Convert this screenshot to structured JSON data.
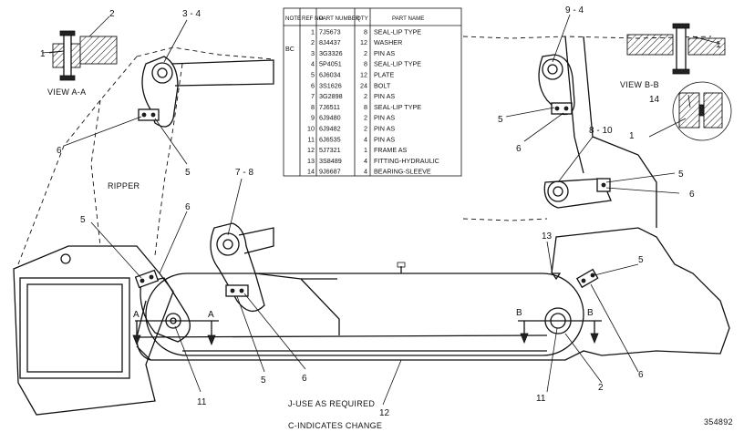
{
  "parts_table": {
    "headers": {
      "note": "NOTE",
      "ref_no": "REF NO",
      "part_number": "PART NUMBER",
      "qty": "QTY",
      "part_name": "PART NAME"
    },
    "note_value": "BC",
    "rows": [
      {
        "ref": "1",
        "part": "7J5673",
        "qty": "8",
        "name": "SEAL-LIP TYPE"
      },
      {
        "ref": "2",
        "part": "8J4437",
        "qty": "12",
        "name": "WASHER"
      },
      {
        "ref": "3",
        "part": "3G3326",
        "qty": "2",
        "name": "PIN AS"
      },
      {
        "ref": "4",
        "part": "5P4051",
        "qty": "8",
        "name": "SEAL-LIP TYPE"
      },
      {
        "ref": "5",
        "part": "6J6034",
        "qty": "12",
        "name": "PLATE"
      },
      {
        "ref": "6",
        "part": "3S1626",
        "qty": "24",
        "name": "BOLT"
      },
      {
        "ref": "7",
        "part": "3G2898",
        "qty": "2",
        "name": "PIN AS"
      },
      {
        "ref": "8",
        "part": "7J6511",
        "qty": "8",
        "name": "SEAL-LIP TYPE"
      },
      {
        "ref": "9",
        "part": "6J9480",
        "qty": "2",
        "name": "PIN AS"
      },
      {
        "ref": "10",
        "part": "6J9482",
        "qty": "2",
        "name": "PIN AS"
      },
      {
        "ref": "11",
        "part": "6J6535",
        "qty": "4",
        "name": "PIN AS"
      },
      {
        "ref": "12",
        "part": "5J7321",
        "qty": "1",
        "name": "FRAME AS"
      },
      {
        "ref": "13",
        "part": "3S8489",
        "qty": "4",
        "name": "FITTING-HYDRAULIC"
      },
      {
        "ref": "14",
        "part": "9J6687",
        "qty": "4",
        "name": "BEARING-SLEEVE"
      }
    ]
  },
  "labels": {
    "view_aa": "VIEW A-A",
    "view_bb": "VIEW B-B",
    "ripper": "RIPPER",
    "section_a": "A",
    "section_b": "B",
    "note_j": "J-USE AS REQUIRED",
    "note_c": "C-INDICATES CHANGE",
    "drawing_number": "354892"
  },
  "callouts": [
    {
      "id": "c1-va",
      "text": "1"
    },
    {
      "id": "c2-va",
      "text": "2"
    },
    {
      "id": "c3-4",
      "text": "3 - 4"
    },
    {
      "id": "c6-a",
      "text": "6"
    },
    {
      "id": "c5-a",
      "text": "5"
    },
    {
      "id": "c7-8",
      "text": "7 - 8"
    },
    {
      "id": "c5-b",
      "text": "5"
    },
    {
      "id": "c6-b",
      "text": "6"
    },
    {
      "id": "c9-4",
      "text": "9 - 4"
    },
    {
      "id": "c5-c",
      "text": "5"
    },
    {
      "id": "c6-c",
      "text": "6"
    },
    {
      "id": "c8-10",
      "text": "8 - 10"
    },
    {
      "id": "c5-d",
      "text": "5"
    },
    {
      "id": "c6-d",
      "text": "6"
    },
    {
      "id": "c1-vb",
      "text": "1"
    },
    {
      "id": "c14",
      "text": "14"
    },
    {
      "id": "c1-vb2",
      "text": "1"
    },
    {
      "id": "c13",
      "text": "13"
    },
    {
      "id": "c5-e",
      "text": "5"
    },
    {
      "id": "c6-e",
      "text": "6"
    },
    {
      "id": "c11-a",
      "text": "11"
    },
    {
      "id": "c5-f",
      "text": "5"
    },
    {
      "id": "c6-f",
      "text": "6"
    },
    {
      "id": "c12",
      "text": "12"
    },
    {
      "id": "c11-b",
      "text": "11"
    },
    {
      "id": "c2-b",
      "text": "2"
    }
  ]
}
